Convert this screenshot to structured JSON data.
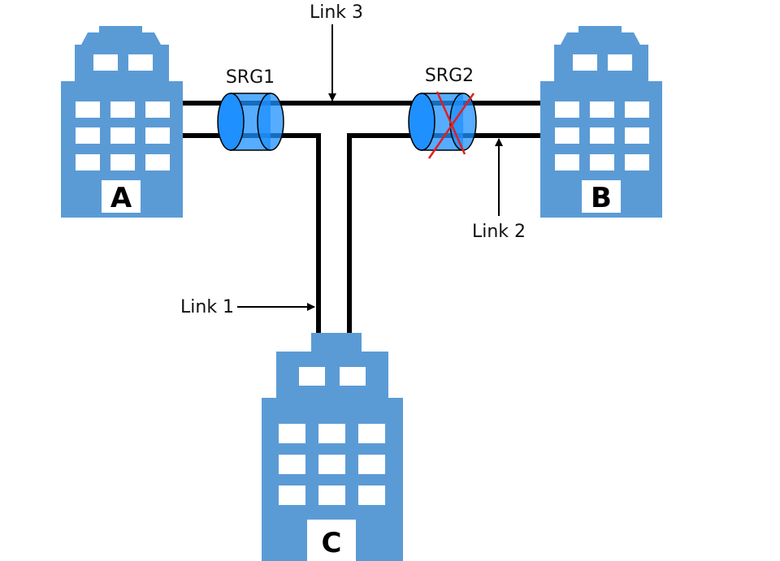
{
  "diagram": {
    "buildings": {
      "a": "A",
      "b": "B",
      "c": "C"
    },
    "links": {
      "link1": "Link 1",
      "link2": "Link 2",
      "link3": "Link 3"
    },
    "srgs": {
      "srg1": "SRG1",
      "srg2": "SRG2"
    },
    "srg2_failed": true
  },
  "colors": {
    "building": "#5b9bd5",
    "window": "#ffffff",
    "cable": "#000000",
    "srg_fill": "#1e90ff",
    "failure_mark": "#e02020"
  }
}
